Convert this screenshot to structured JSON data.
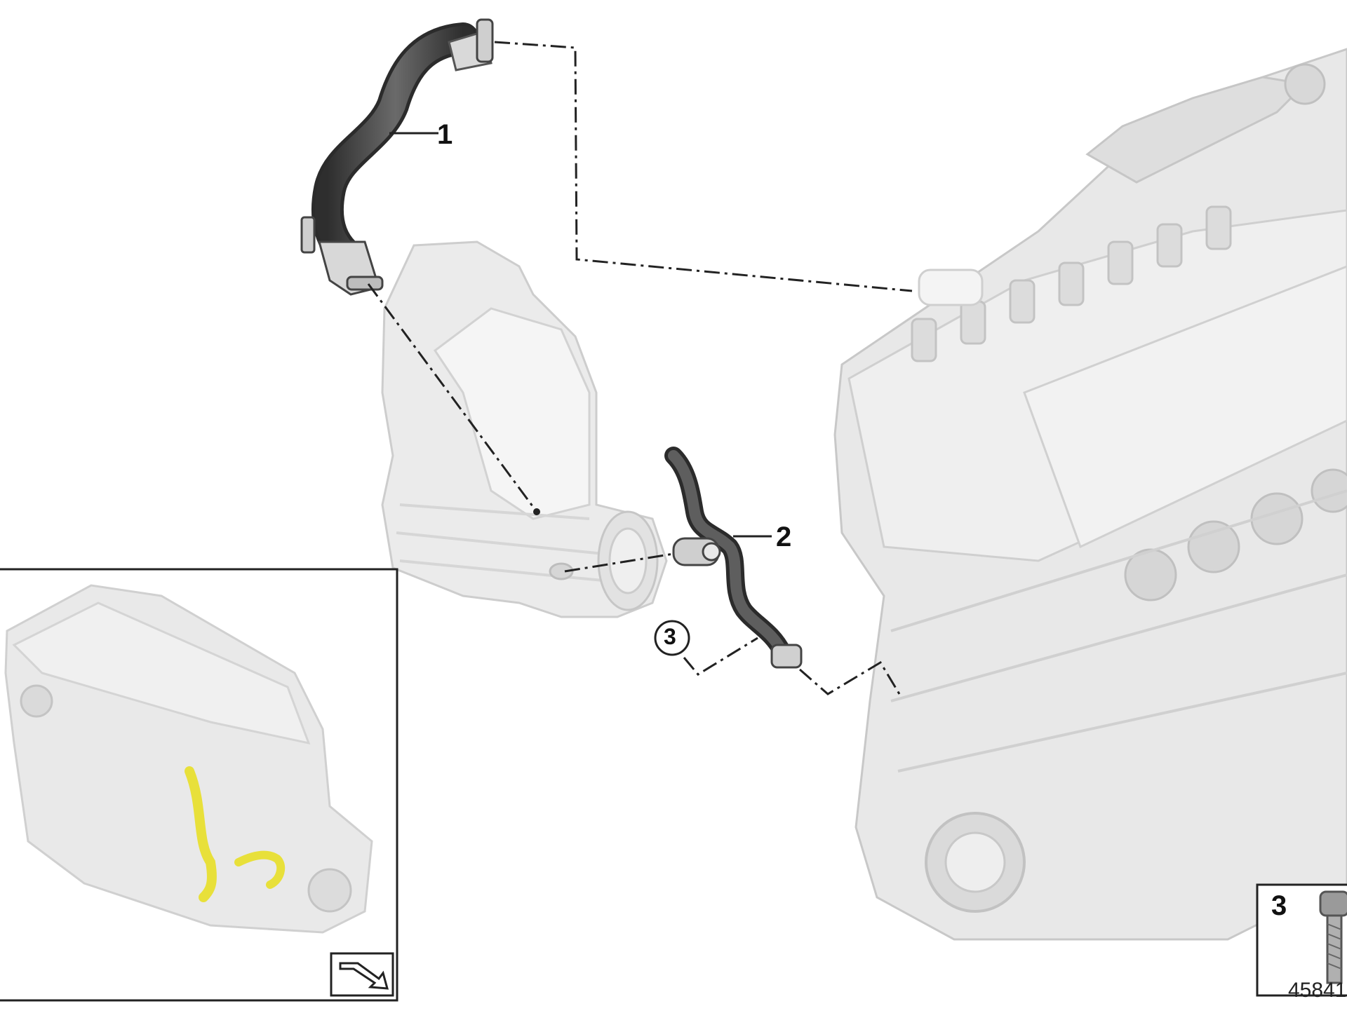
{
  "diagram": {
    "callouts": {
      "part_1": "1",
      "part_2": "2",
      "part_3_circle": "3",
      "legend_3": "3"
    },
    "figure_number": "45841"
  },
  "colors": {
    "background": "#ffffff",
    "engine_gray": "#e6e6e6",
    "engine_shade": "#d2d2d2",
    "hose_dark": "#4a4a4a",
    "highlight_yellow": "#e8e03a",
    "line": "#222222"
  },
  "icons": [
    "engine-block",
    "intake-duct",
    "vent-hose",
    "vent-pipe",
    "bolt-icon",
    "view-direction-arrow-icon"
  ]
}
